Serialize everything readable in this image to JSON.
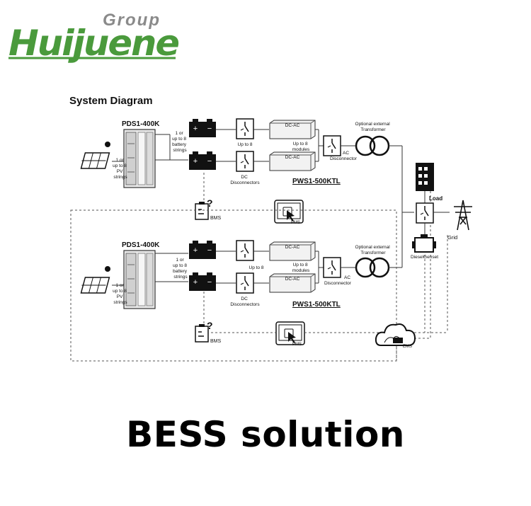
{
  "logo": {
    "brand": "Huijuene",
    "group": "Group",
    "green": "#4a9a3c",
    "grey": "#8a8a8a"
  },
  "title": "System Diagram",
  "top": {
    "pds": "PDS1-400K",
    "pv_strings": [
      "1 or",
      "up to 8",
      "PV",
      "strings"
    ],
    "battery_strings": [
      "1 or",
      "up to 8",
      "battery",
      "strings"
    ],
    "up_to_8": "Up to 8",
    "dc_disconnectors": [
      "DC",
      "Disconnectors"
    ],
    "dcac": "DC-AC",
    "modules": [
      "Up to 8",
      "modules"
    ],
    "ac_disconnector": [
      "AC",
      "Disconnector"
    ],
    "transformer": [
      "Optional external",
      "Transformer"
    ],
    "pws": "PWS1-500KTL",
    "bms": "BMS",
    "pms": "PMS"
  },
  "bottom": {
    "pds": "PDS1-400K",
    "pv_strings": [
      "1 or",
      "up to 8",
      "PV",
      "strings"
    ],
    "battery_strings": [
      "1 or",
      "up to 8",
      "battery",
      "strings"
    ],
    "up_to_8": "Up to 8",
    "dc_disconnectors": [
      "DC",
      "Disconnectors"
    ],
    "dcac": "DC-AC",
    "modules": [
      "Up to 8",
      "modules"
    ],
    "ac_disconnector": [
      "AC",
      "Disconnector"
    ],
    "transformer": [
      "Optional external",
      "Transformer"
    ],
    "pws": "PWS1-500KTL",
    "bms": "BMS",
    "pms": "PMS"
  },
  "right": {
    "load": "Load",
    "grid": "Grid",
    "diesel": "DieselGenset",
    "ems": "EMS"
  },
  "caption": "BESS  solution"
}
